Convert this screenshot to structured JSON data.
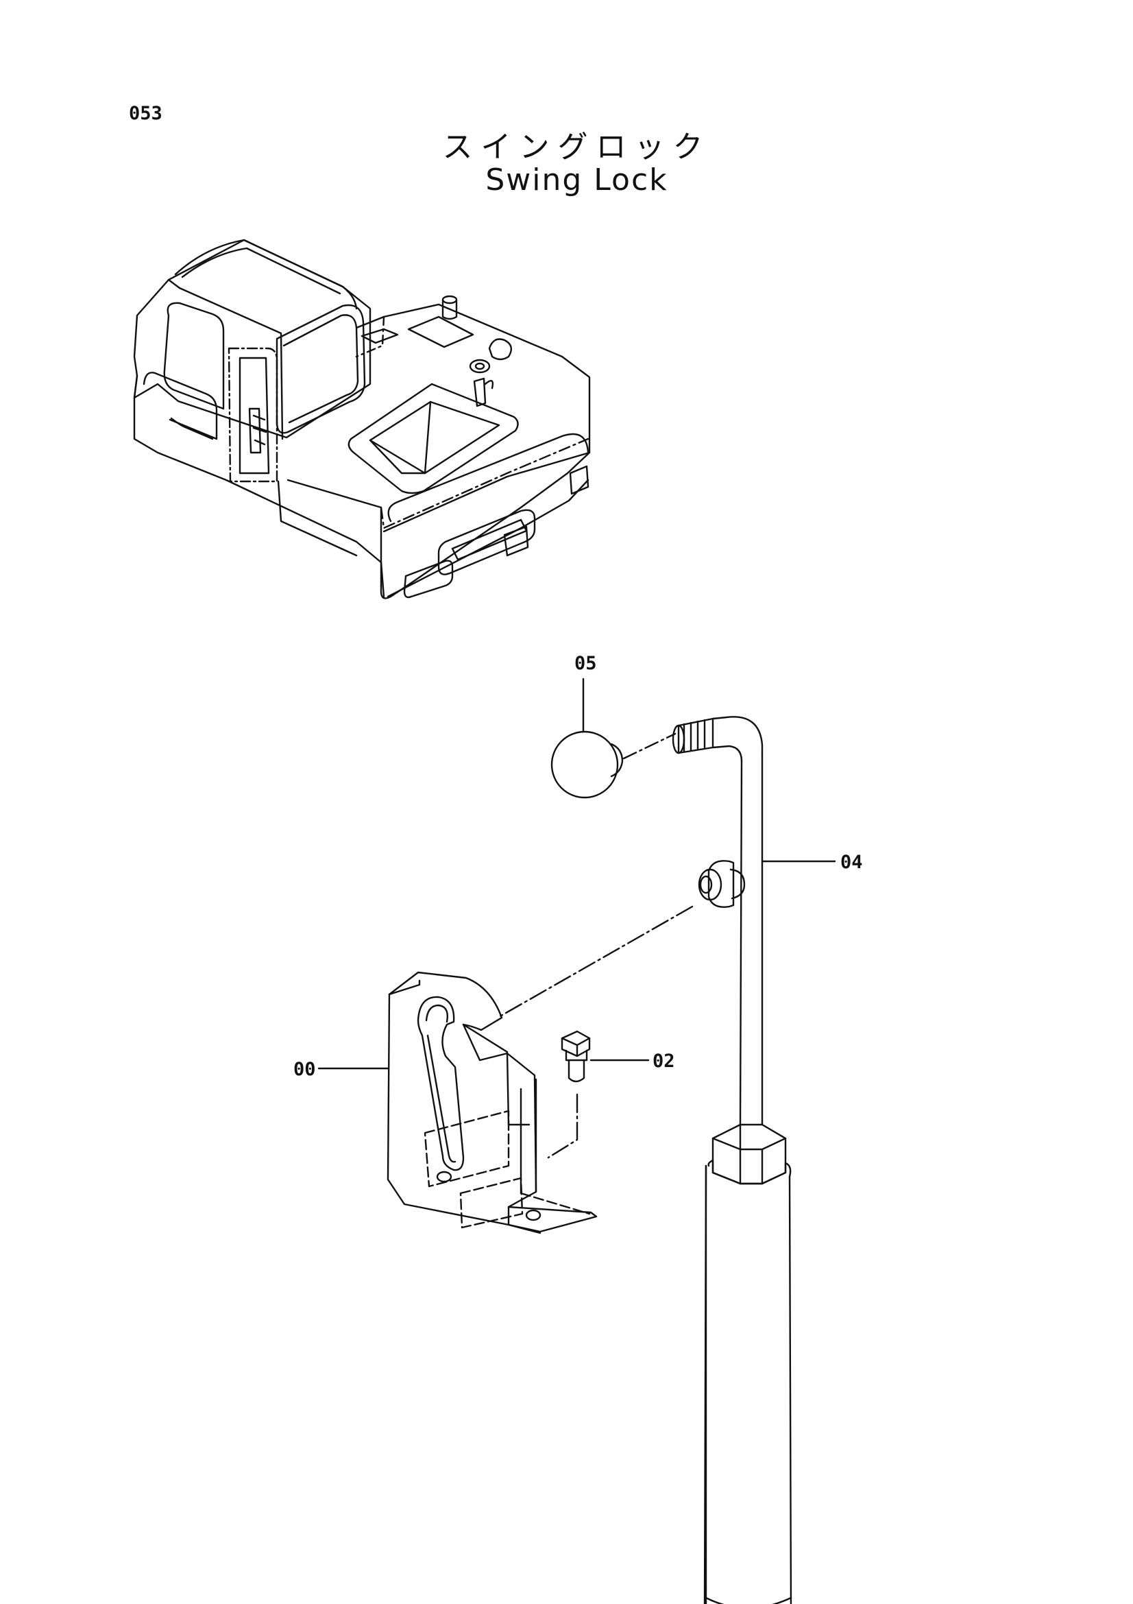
{
  "page": {
    "number": "053",
    "title_ja": "スイングロック",
    "title_en": "Swing Lock"
  },
  "parts": [
    {
      "callout": "00"
    },
    {
      "callout": "02"
    },
    {
      "callout": "04"
    },
    {
      "callout": "05"
    }
  ]
}
